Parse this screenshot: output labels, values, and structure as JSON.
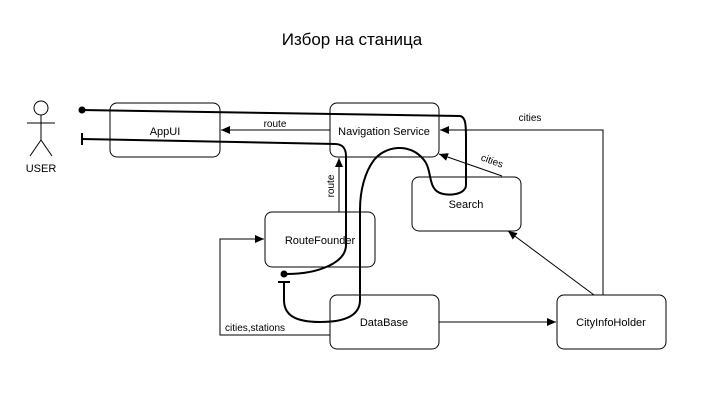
{
  "diagram": {
    "title": "Избор на станица",
    "actor": {
      "label": "USER"
    },
    "nodes": {
      "appui": "AppUI",
      "navigation": "Navigation Service",
      "search": "Search",
      "routefounder": "RouteFounder",
      "database": "DataBase",
      "cityinfo": "CityInfoHolder"
    },
    "edge_labels": {
      "nav_to_appui": "route",
      "routefounder_to_nav": "route",
      "search_to_nav": "cities",
      "cityinfo_to_nav": "cities",
      "database_to_routefounder": "cities,stations"
    }
  }
}
